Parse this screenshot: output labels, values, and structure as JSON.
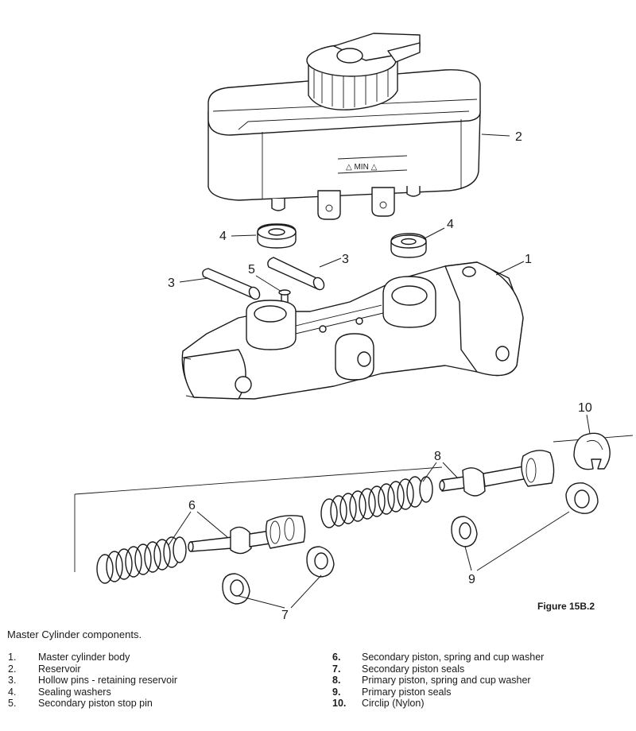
{
  "figure_label": "Figure 15B.2",
  "caption": "Master Cylinder components.",
  "min_mark": "△ MIN △",
  "callouts": [
    "1",
    "2",
    "3",
    "3",
    "4",
    "4",
    "5",
    "6",
    "7",
    "8",
    "9",
    "10"
  ],
  "legend_left": [
    {
      "num": "1.",
      "text": "Master cylinder body"
    },
    {
      "num": "2.",
      "text": "Reservoir"
    },
    {
      "num": "3.",
      "text": "Hollow pins - retaining reservoir"
    },
    {
      "num": "4.",
      "text": "Sealing washers"
    },
    {
      "num": "5.",
      "text": "Secondary piston stop pin"
    }
  ],
  "legend_right": [
    {
      "num": "6.",
      "text": "Secondary piston, spring and cup washer"
    },
    {
      "num": "7.",
      "text": "Secondary piston seals"
    },
    {
      "num": "8.",
      "text": "Primary piston, spring and cup washer"
    },
    {
      "num": "9.",
      "text": "Primary piston seals"
    },
    {
      "num": "10.",
      "text": "Circlip (Nylon)"
    }
  ]
}
